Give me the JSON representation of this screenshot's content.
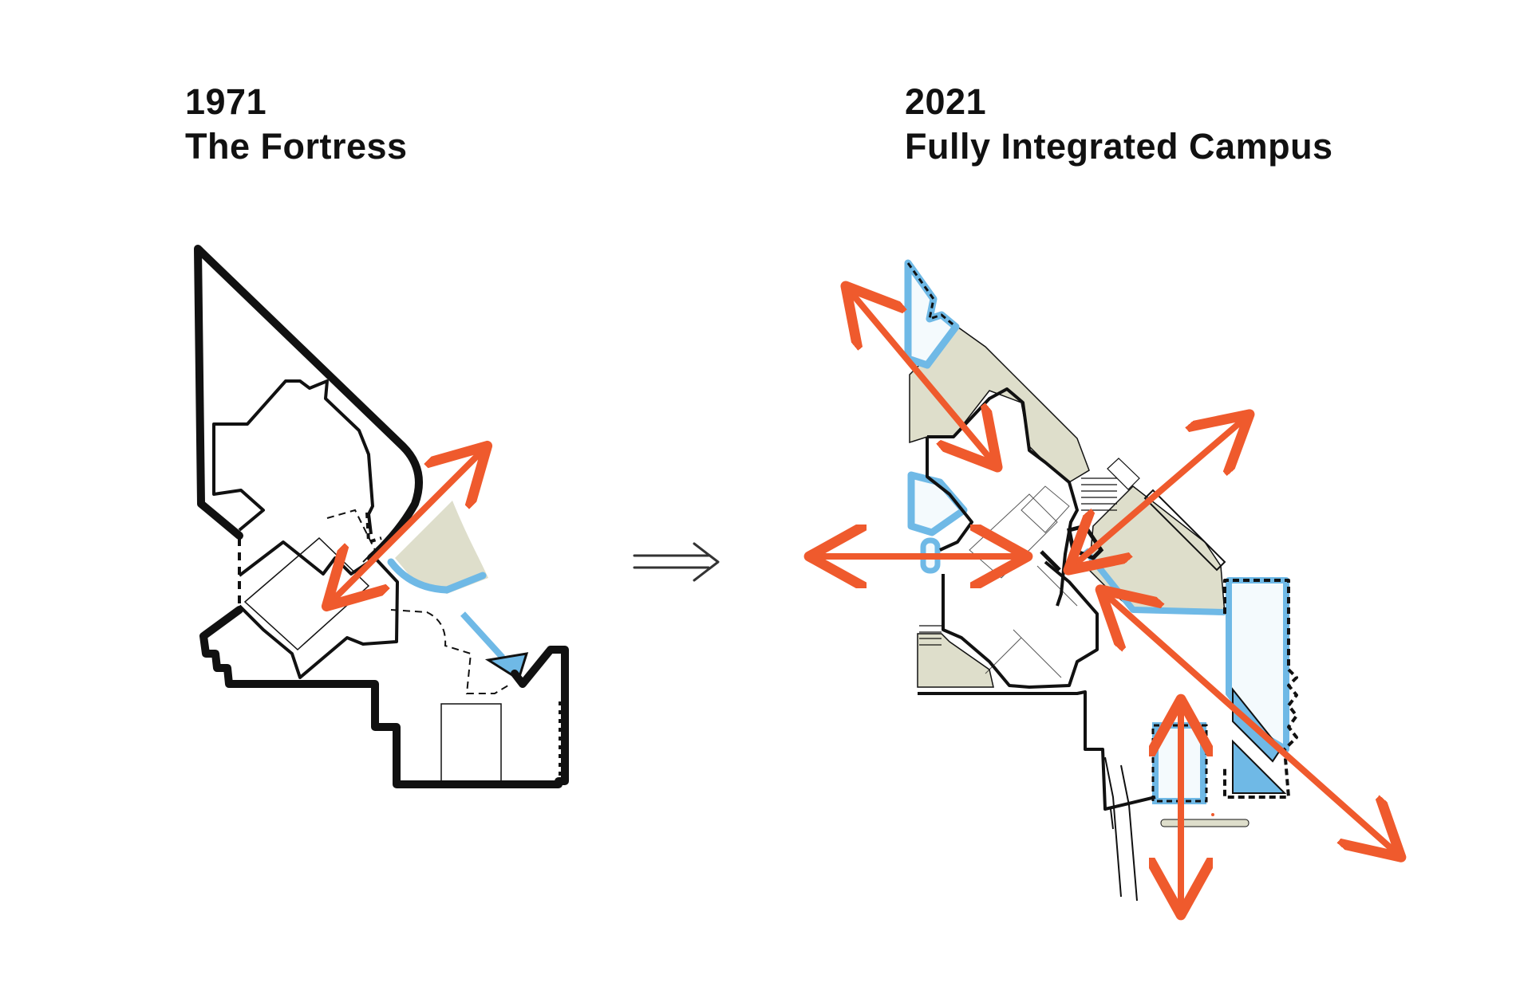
{
  "left_panel": {
    "year": "1971",
    "title": "The Fortress"
  },
  "right_panel": {
    "year": "2021",
    "title": "Fully Integrated Campus"
  },
  "colors": {
    "wall": "#111111",
    "arrow": "#ef5a2d",
    "glass_edge": "#6fb9e6",
    "landscape": "#dedecb"
  },
  "icons": {
    "transition": "double-arrow-right-icon"
  }
}
